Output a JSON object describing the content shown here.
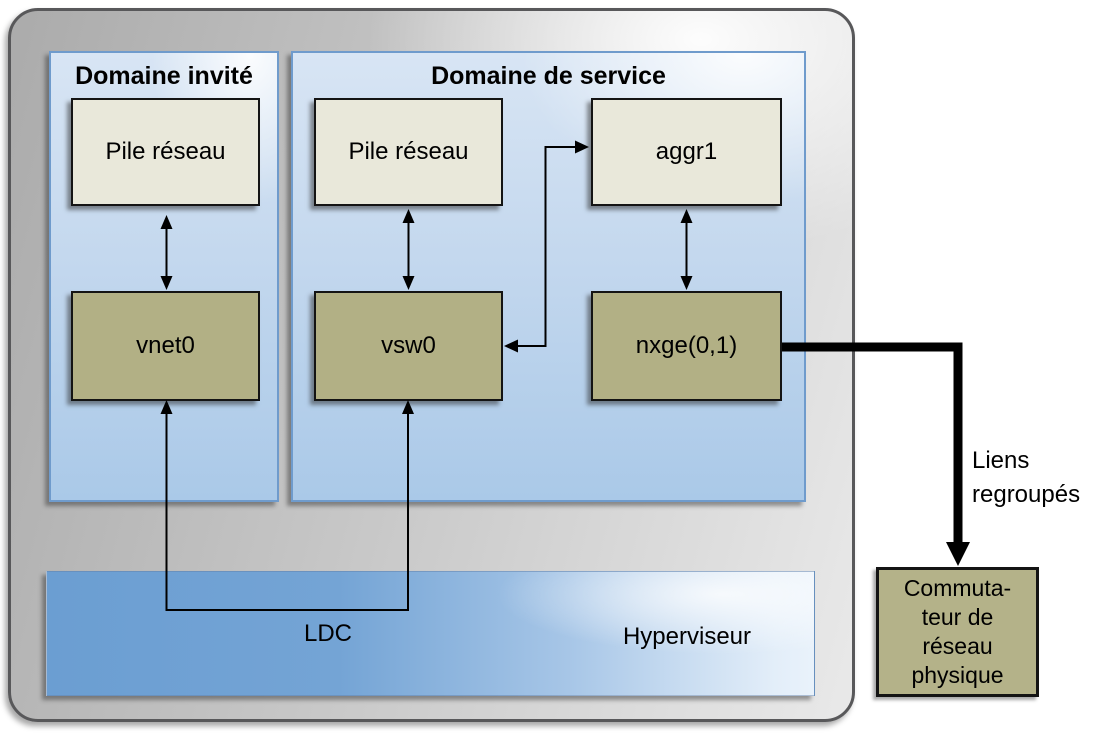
{
  "colors": {
    "frame_gray": "#c9c9c9",
    "frame_border": "#58585a",
    "domain_blue_top": "#d8e5f4",
    "domain_blue_bottom": "#aac9e8",
    "domain_border_blue": "#6f9bcc",
    "box_cream": "#e9e8da",
    "box_olive": "#b2b085",
    "hypervisor_blue": "#6b9ed2",
    "line_black": "#000000"
  },
  "guest_domain": {
    "title": "Domaine invité",
    "network_stack": "Pile réseau",
    "vnet": "vnet0"
  },
  "service_domain": {
    "title": "Domaine de service",
    "network_stack": "Pile réseau",
    "vsw": "vsw0",
    "aggr": "aggr1",
    "nxge": "nxge(0,1)"
  },
  "hypervisor": {
    "label": "Hyperviseur",
    "ldc_label": "LDC"
  },
  "external": {
    "aggregated_links_label": "Liens\nregroupés",
    "switch_label": "Commuta-\nteur de\nréseau\nphysique"
  }
}
